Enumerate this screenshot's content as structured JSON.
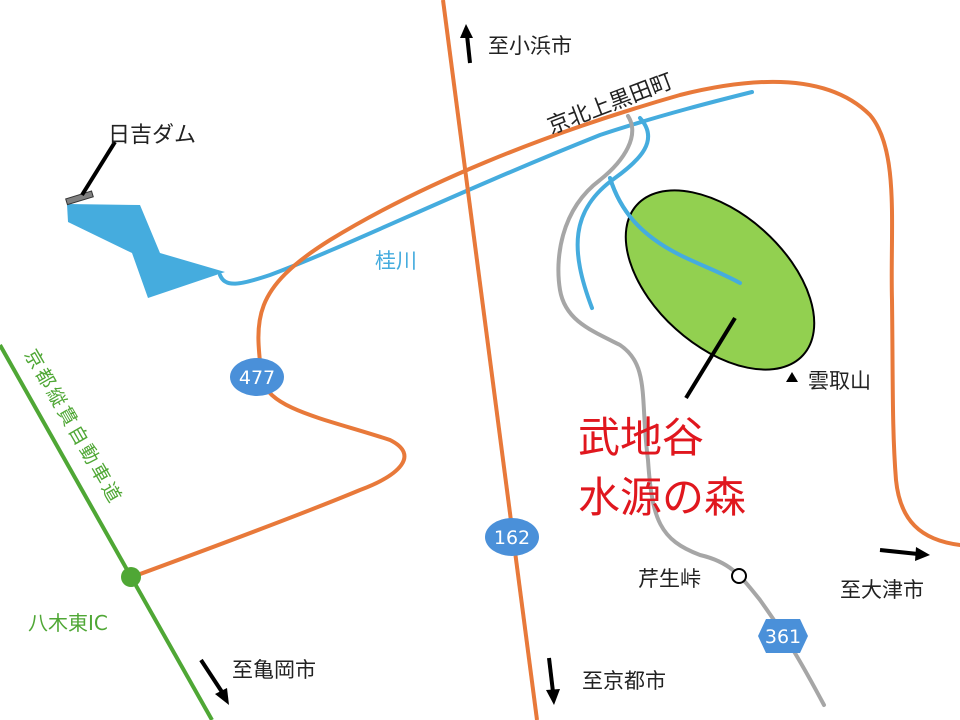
{
  "map": {
    "title": "武地谷水源の森",
    "title_lines": [
      "武地谷",
      "水源の森"
    ],
    "colors": {
      "prefectural_road": "#E8793A",
      "national_road_gray": "#A6A6A6",
      "river": "#45ACDE",
      "expressway": "#4FA735",
      "forest_fill": "#92D050",
      "route_badge": "#4A90D9",
      "title_red": "#E0171E",
      "text": "#222222"
    },
    "labels": {
      "dam": "日吉ダム",
      "river": "桂川",
      "town": "京北上黒田町",
      "mountain": "雲取山",
      "pass": "芹生峠",
      "expressway": "京都縦貫自動車道",
      "interchange": "八木東IC"
    },
    "directions": [
      {
        "label": "至小浜市",
        "arrow": "up"
      },
      {
        "label": "至大津市",
        "arrow": "right"
      },
      {
        "label": "至京都市",
        "arrow": "down"
      },
      {
        "label": "至亀岡市",
        "arrow": "down-right"
      }
    ],
    "routes": [
      {
        "number": "477",
        "shape": "oval"
      },
      {
        "number": "162",
        "shape": "oval"
      },
      {
        "number": "361",
        "shape": "hexagon"
      }
    ]
  }
}
